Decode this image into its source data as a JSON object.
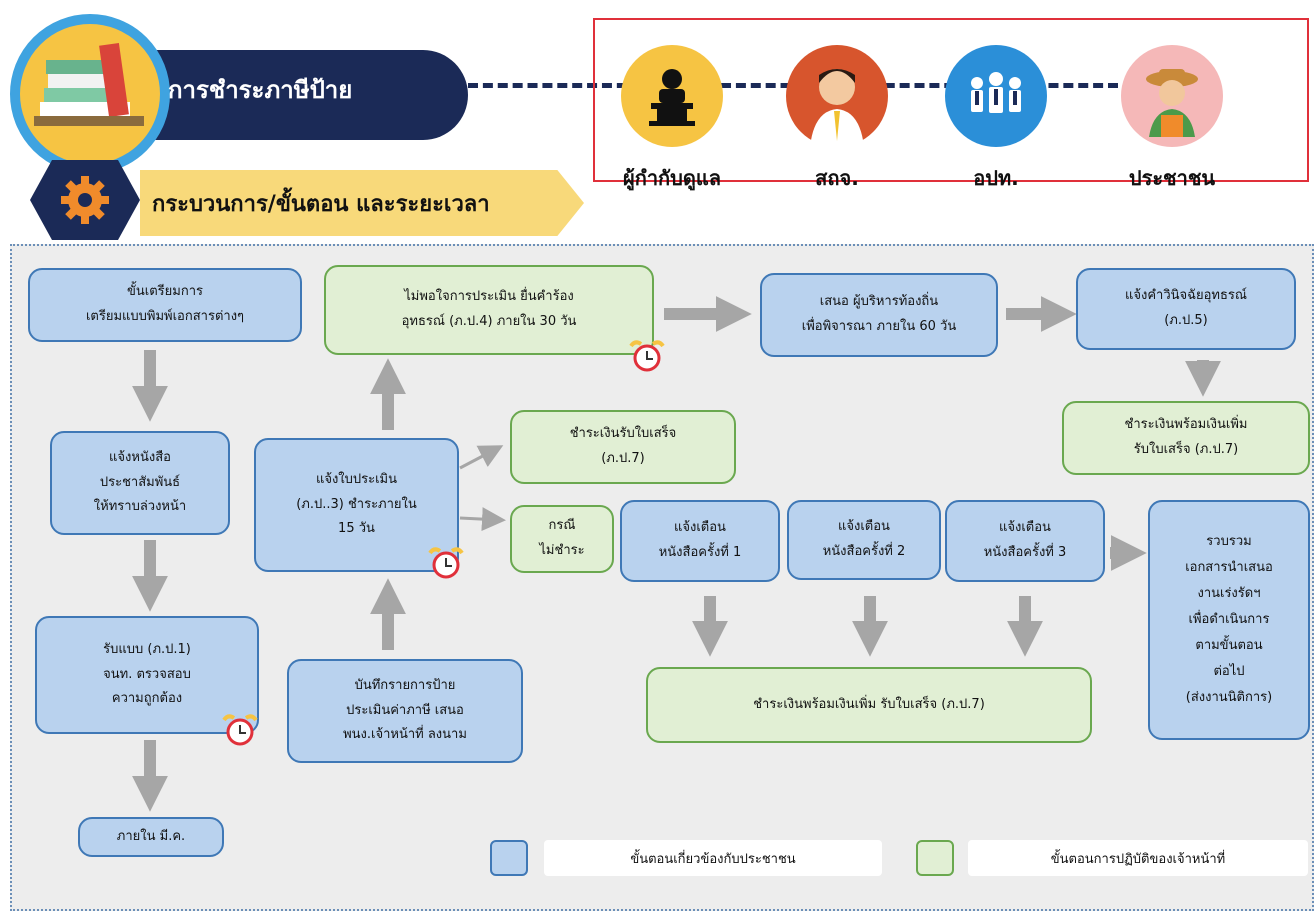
{
  "header": {
    "title": "การชำระภาษีป้าย",
    "roles": [
      {
        "label": "ผู้กำกับดูแล",
        "icon": "podium-speaker-icon",
        "color": "#f6c443"
      },
      {
        "label": "สถจ.",
        "icon": "official-man-icon",
        "color": "#d7552d"
      },
      {
        "label": "อปท.",
        "icon": "staff-group-icon",
        "color": "#2b8fd8"
      },
      {
        "label": "ประชาชน",
        "icon": "farmer-icon",
        "color": "#f5b8b8"
      }
    ]
  },
  "section": {
    "title": "กระบวนการ/ขั้นตอน และระยะเวลา",
    "icon": "gear-icon"
  },
  "steps": {
    "prep": "ขั้นเตรียมการ\nเตรียมแบบพิมพ์เอกสารต่างๆ",
    "notify_public": "แจ้งหนังสือ\nประชาสัมพันธ์\nให้ทราบล่วงหน้า",
    "receive_form": "รับแบบ (ภ.ป.1)\nจนท. ตรวจสอบ\nความถูกต้อง",
    "within_march": "ภายใน มี.ค.",
    "record": "บันทึกรายการป้าย\nประเมินค่าภาษี เสนอ\nพนง.เจ้าหน้าที่ ลงนาม",
    "assess_notice": "แจ้งใบประเมิน\n(ภ.ป..3) ชำระภายใน\n15 วัน",
    "appeal": "ไม่พอใจการประเมิน ยื่นคำร้อง\nอุทธรณ์ (ภ.ป.4) ภายใน 30 วัน",
    "propose_exec": "เสนอ ผู้บริหารท้องถิ่น\nเพื่อพิจารณา ภายใน 60 วัน",
    "appeal_decision": "แจ้งคำวินิจฉัยอุทธรณ์\n(ภ.ป.5)",
    "pay_plus_top": "ชำระเงินพร้อมเงินเพิ่ม\nรับใบเสร็จ (ภ.ป.7)",
    "pay_receipt": "ชำระเงินรับใบเสร็จ\n(ภ.ป.7)",
    "not_paid": "กรณี\nไม่ชำระ",
    "warn1": "แจ้งเตือน\nหนังสือครั้งที่ 1",
    "warn2": "แจ้งเตือน\nหนังสือครั้งที่ 2",
    "warn3": "แจ้งเตือน\nหนังสือครั้งที่ 3",
    "pay_plus_bottom": "ชำระเงินพร้อมเงินเพิ่ม รับใบเสร็จ (ภ.ป.7)",
    "collect": "รวบรวม\nเอกสารนำเสนอ\nงานเร่งรัดฯ\nเพื่อดำเนินการ\nตามขั้นตอน\nต่อไป\n(ส่งงานนิติการ)"
  },
  "legend": {
    "citizen": "ขั้นตอนเกี่ยวข้องกับประชาชน",
    "officer": "ขั้นตอนการปฏิบัติของเจ้าหน้าที่"
  },
  "colors": {
    "navy": "#1b2a57",
    "citizen_fill": "#b9d2ee",
    "officer_fill": "#e1efd4",
    "alarm": "#e0303a"
  }
}
